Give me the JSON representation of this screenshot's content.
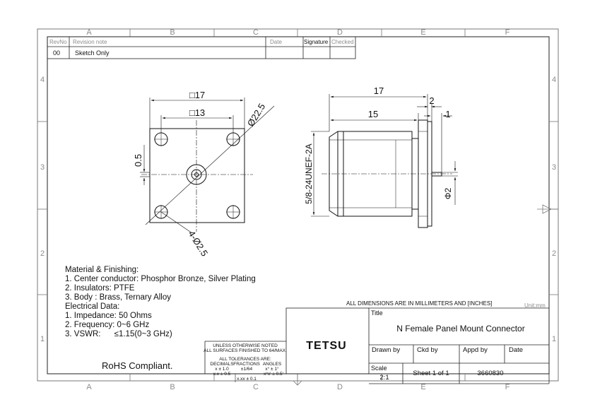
{
  "zones": {
    "columns": [
      "A",
      "B",
      "C",
      "D",
      "E",
      "F"
    ],
    "rows": [
      "4",
      "3",
      "2",
      "1"
    ]
  },
  "revision": {
    "headers": {
      "rev_no": "RevNo",
      "note": "Revision note",
      "date": "Date",
      "signature": "Signature",
      "checked": "Checked"
    },
    "rows": [
      {
        "rev_no": "00",
        "note": "Sketch Only"
      }
    ]
  },
  "front_view": {
    "outer_square": "□17",
    "inner_square": "□13",
    "flange_dia": "Ø22.5",
    "offset": "0.5",
    "holes": "4-Ø2.5"
  },
  "side_view": {
    "overall_length": "17",
    "body_length": "15",
    "flange_thickness": "2",
    "pin_extension": "1",
    "thread": "5/8-24UNEF-2A",
    "pin_dia": "Φ2"
  },
  "notes": [
    "Material & Finishing:",
    "1. Center conductor: Phosphor Bronze, Silver Plating",
    "2. Insulators: PTFE",
    "3. Body : Brass, Ternary Alloy",
    "Electrical Data:",
    "1. Impedance: 50 Ohms",
    "2. Frequency: 0~6 GHz",
    "3. VSWR:      ≤1.15(0~3 GHz)"
  ],
  "rohs": "RoHS Compliant.",
  "title_block": {
    "dims_note": "ALL DIMENSIONS ARE IN MILLIMETERS AND [INCHES]",
    "unit": "Unit:mm",
    "title_label": "Title",
    "title": "N Female Panel Mount Connector",
    "company": "TETSU",
    "drawn_by": "Drawn by",
    "ckd_by": "Ckd by",
    "appd_by": "Appd by",
    "date": "Date",
    "scale_label": "Scale",
    "scale": "2:1",
    "sheet": "Sheet 1 of 1",
    "drawing_no": "3660830"
  },
  "tolerances": {
    "line1": "UNLESS OTHERWISE NOTED",
    "line2": "ALL SURFACES FINISHED TO 64/MAX.",
    "header": "ALL TOLERANCES ARE:",
    "decimals": "DECIMALS",
    "fractions": "FRACTIONS",
    "angles": "ANGLES",
    "dec1": "x ± 1.0",
    "dec2": "x.x ± 0.5",
    "frac": "±1/64",
    "ang1": "x° ± 1°",
    "ang2": "x°x' ± 0.5'",
    "dec3": "x.xx ± 0.1"
  }
}
